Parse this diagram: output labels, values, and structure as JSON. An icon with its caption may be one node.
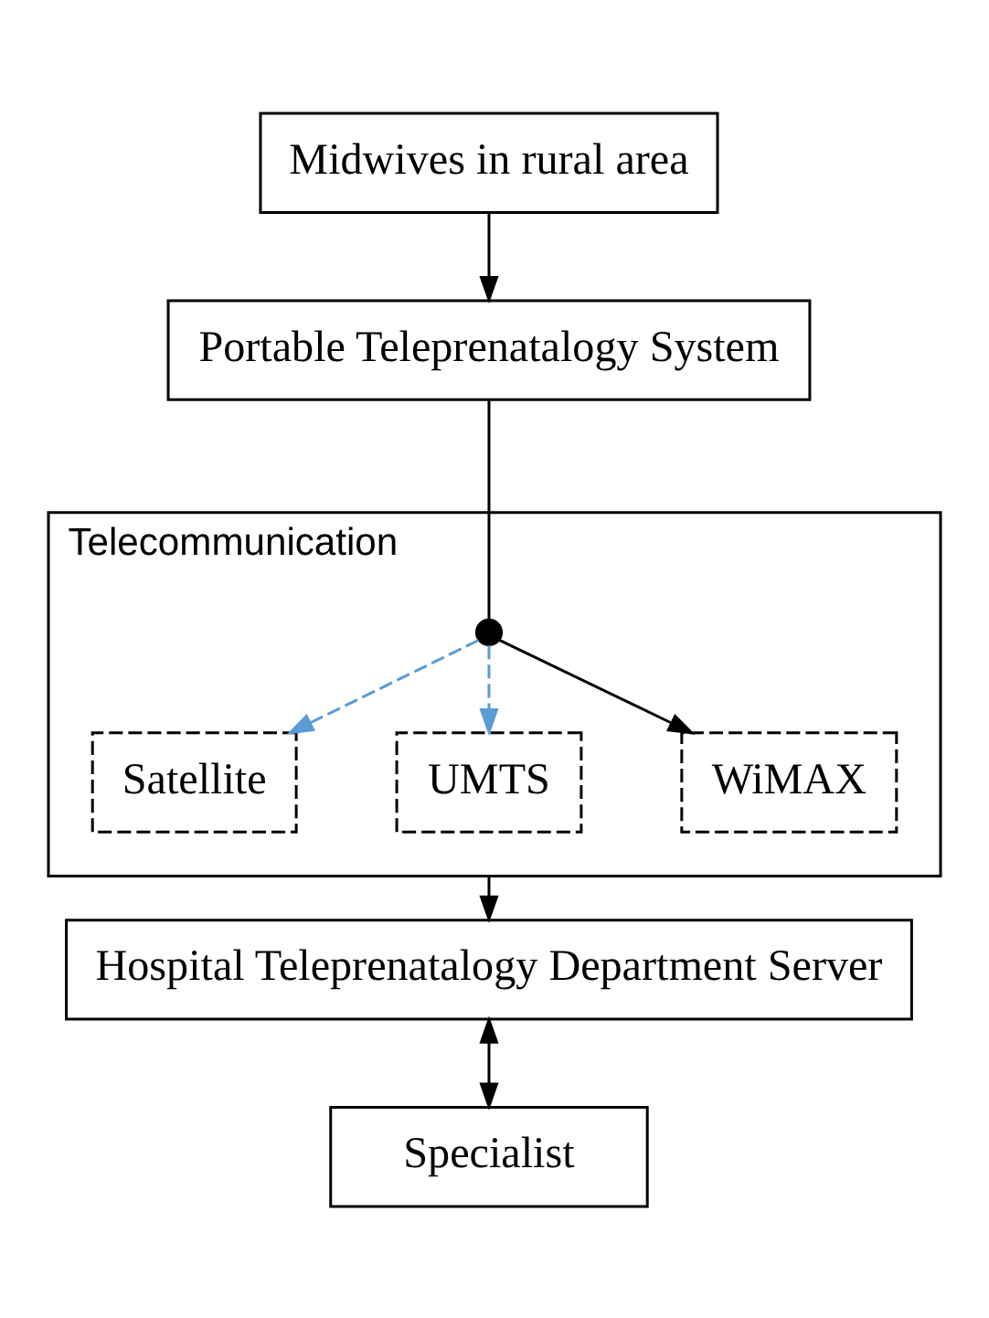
{
  "diagram": {
    "nodes": [
      {
        "text": [
          "Midwives in rural area"
        ]
      },
      {
        "text": [
          "Portable Teleprenatalogy System"
        ]
      },
      {
        "text": [
          "Telecommunication"
        ]
      },
      {
        "text": [],
        "shape": "circle",
        "in": 2
      },
      {
        "text": [
          "Satellite"
        ],
        "in": 2
      },
      {
        "text": [
          "UMTS"
        ],
        "in": 2
      },
      {
        "text": [
          "WiMAX"
        ],
        "in": 2
      },
      {
        "text": [
          "Hospital Teleprenatalogy Department Server"
        ]
      },
      {
        "text": [
          "Specialist"
        ]
      }
    ],
    "edges": [
      {
        "from": 0,
        "to": 1,
        "arrow": "to"
      },
      {
        "from": 1,
        "to": 3,
        "arrow": "none"
      },
      {
        "from": 3,
        "to": 4,
        "arrow": "to",
        "style": "dashed",
        "color": "#5b9bd5"
      },
      {
        "from": 3,
        "to": 5,
        "arrow": "to",
        "style": "dashed",
        "color": "#5b9bd5"
      },
      {
        "from": 3,
        "to": 6,
        "arrow": "to"
      },
      {
        "from": 2,
        "to": 7,
        "arrow": "to"
      },
      {
        "from": 7,
        "to": 8,
        "arrow": "both"
      }
    ]
  }
}
